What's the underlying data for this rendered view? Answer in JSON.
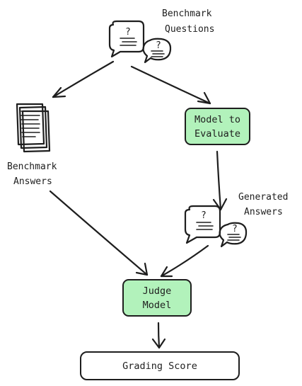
{
  "nodes": {
    "benchmark_questions": {
      "line1": "Benchmark",
      "line2": "Questions"
    },
    "benchmark_answers": {
      "line1": "Benchmark",
      "line2": "Answers"
    },
    "model_to_evaluate": {
      "line1": "Model to",
      "line2": "Evaluate"
    },
    "generated_answers": {
      "line1": "Generated",
      "line2": "Answers"
    },
    "judge_model": {
      "line1": "Judge",
      "line2": "Model"
    },
    "grading_score": {
      "label": "Grading Score"
    }
  },
  "glyphs": {
    "question_mark": "?"
  },
  "colors": {
    "ink": "#1e1e1e",
    "model_box_fill": "#b2f2bb",
    "score_box_fill": "#ffffff",
    "background": "#ffffff"
  },
  "icons": {
    "questions": "speech-bubbles-icon",
    "answers_doc": "document-stack-icon",
    "generated": "speech-bubbles-icon"
  }
}
